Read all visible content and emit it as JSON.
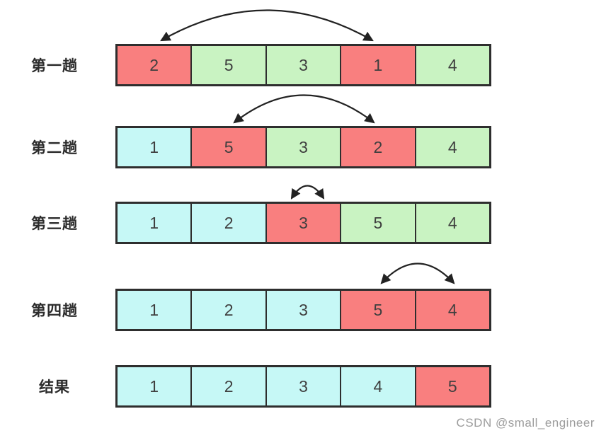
{
  "colors": {
    "swap": "#f97f7f",
    "unsorted": "#c9f3c2",
    "sorted": "#c6f8f6",
    "border": "#2e2e2e",
    "digit": "#3f3f3f",
    "label": "#2c2c2c",
    "arrow": "#222222",
    "watermark": "#9c9c9c"
  },
  "rows": [
    {
      "label": "第一趟",
      "swap_arrow_between_indices": [
        0,
        3
      ],
      "cells": [
        {
          "value": "2",
          "state": "swap"
        },
        {
          "value": "5",
          "state": "unsorted"
        },
        {
          "value": "3",
          "state": "unsorted"
        },
        {
          "value": "1",
          "state": "swap"
        },
        {
          "value": "4",
          "state": "unsorted"
        }
      ]
    },
    {
      "label": "第二趟",
      "swap_arrow_between_indices": [
        1,
        3
      ],
      "cells": [
        {
          "value": "1",
          "state": "sorted"
        },
        {
          "value": "5",
          "state": "swap"
        },
        {
          "value": "3",
          "state": "unsorted"
        },
        {
          "value": "2",
          "state": "swap"
        },
        {
          "value": "4",
          "state": "unsorted"
        }
      ]
    },
    {
      "label": "第三趟",
      "swap_arrow_between_indices": [
        2,
        2
      ],
      "cells": [
        {
          "value": "1",
          "state": "sorted"
        },
        {
          "value": "2",
          "state": "sorted"
        },
        {
          "value": "3",
          "state": "swap"
        },
        {
          "value": "5",
          "state": "unsorted"
        },
        {
          "value": "4",
          "state": "unsorted"
        }
      ]
    },
    {
      "label": "第四趟",
      "swap_arrow_between_indices": [
        3,
        4
      ],
      "cells": [
        {
          "value": "1",
          "state": "sorted"
        },
        {
          "value": "2",
          "state": "sorted"
        },
        {
          "value": "3",
          "state": "sorted"
        },
        {
          "value": "5",
          "state": "swap"
        },
        {
          "value": "4",
          "state": "swap"
        }
      ]
    },
    {
      "label": "结果",
      "swap_arrow_between_indices": null,
      "cells": [
        {
          "value": "1",
          "state": "sorted"
        },
        {
          "value": "2",
          "state": "sorted"
        },
        {
          "value": "3",
          "state": "sorted"
        },
        {
          "value": "4",
          "state": "sorted"
        },
        {
          "value": "5",
          "state": "swap"
        }
      ]
    }
  ],
  "watermark": "CSDN @small_engineer"
}
